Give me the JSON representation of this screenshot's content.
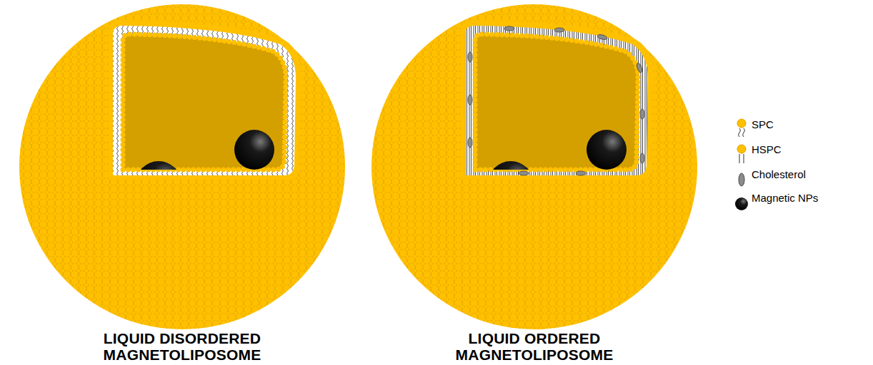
{
  "diagram": {
    "labels": [
      "LIQUID DISORDERED MAGNETOLIPOSOME",
      "LIQUID ORDERED MAGNETOLIPOSOME"
    ],
    "legend": [
      {
        "text": "SPC"
      },
      {
        "text": "HSPC"
      },
      {
        "text": "Cholesterol"
      },
      {
        "text": "Magnetic NPs"
      }
    ]
  }
}
